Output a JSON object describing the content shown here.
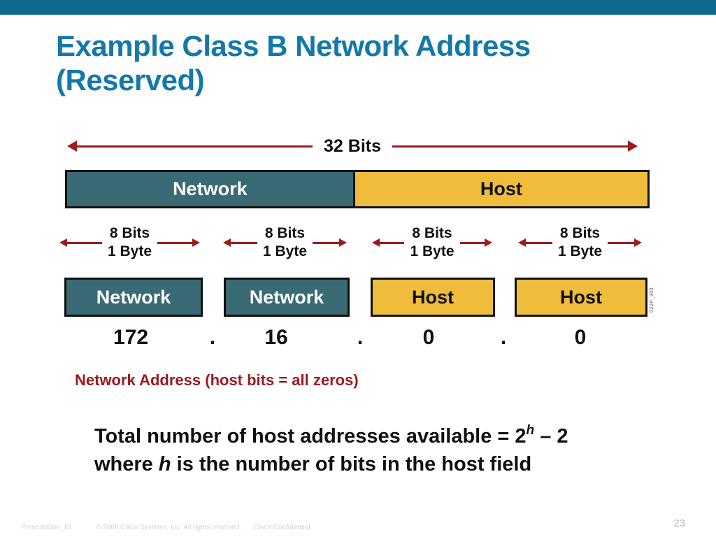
{
  "slide": {
    "title_line1": "Example Class B Network Address",
    "title_line2": "(Reserved)",
    "page_number": "23"
  },
  "diagram": {
    "bits32_label": "32 Bits",
    "main_bar": {
      "network_label": "Network",
      "host_label": "Host"
    },
    "octet_labels": [
      {
        "bits": "8 Bits",
        "byte": "1 Byte"
      },
      {
        "bits": "8 Bits",
        "byte": "1 Byte"
      },
      {
        "bits": "8 Bits",
        "byte": "1 Byte"
      },
      {
        "bits": "8 Bits",
        "byte": "1 Byte"
      }
    ],
    "octet_boxes": [
      {
        "label": "Network",
        "type": "network"
      },
      {
        "label": "Network",
        "type": "network"
      },
      {
        "label": "Host",
        "type": "host"
      },
      {
        "label": "Host",
        "type": "host"
      }
    ],
    "address_parts": [
      "172",
      ".",
      "16",
      ".",
      "0",
      ".",
      "0"
    ],
    "figure_id": "022P_300",
    "caption": "Network Address (host bits = all zeros)"
  },
  "body_text": {
    "line1_prefix": "Total number of host addresses available = 2",
    "line1_sup": "h",
    "line1_suffix": " – 2",
    "line2_prefix": "where ",
    "line2_italic": "h",
    "line2_suffix": " is the number of bits in the host field"
  },
  "footer": {
    "presentation_id": "Presentation_ID",
    "copyright": "© 2006 Cisco Systems, Inc. All rights reserved.",
    "confidential": "Cisco Confidential"
  },
  "colors": {
    "top_bar": "#0f6a8e",
    "title": "#1478a8",
    "network_fill": "#3a6a74",
    "host_fill": "#efbc3c",
    "arrow_red": "#9e1b1b",
    "caption_red": "#9b1b20",
    "text_black": "#111111",
    "footer_gray": "#d2d2d2"
  }
}
